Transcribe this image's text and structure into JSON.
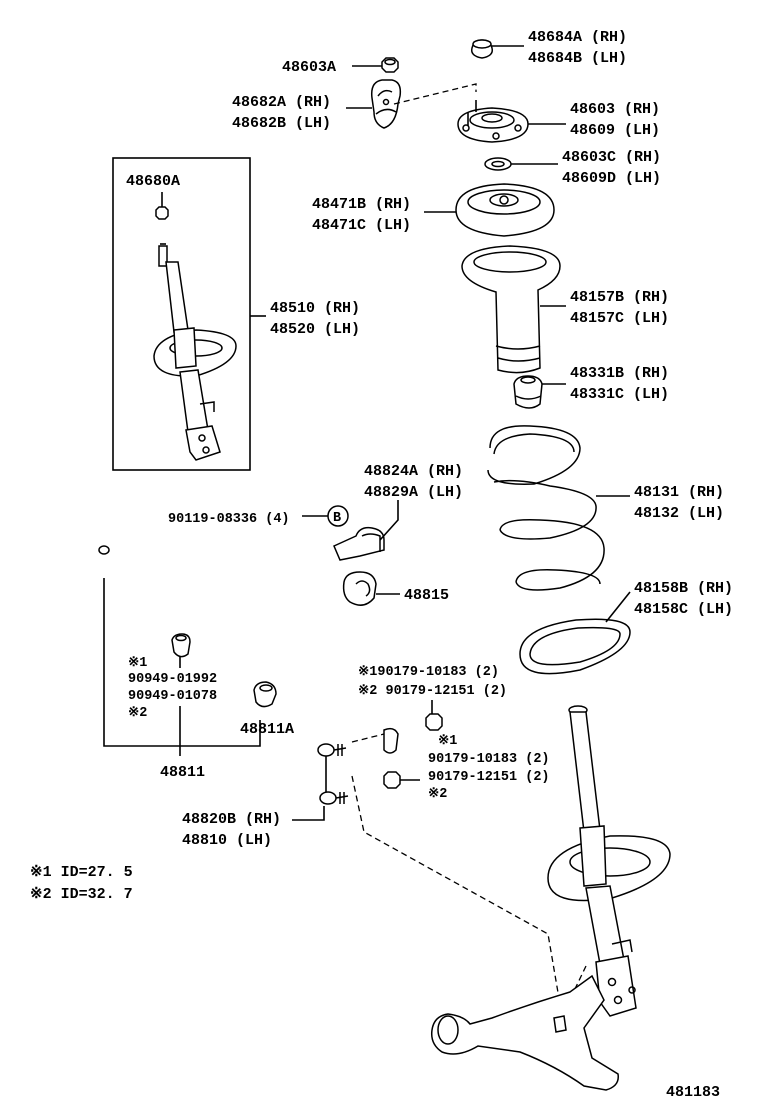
{
  "diagram_number": "481183",
  "labels": {
    "p48684": [
      "48684A (RH)",
      "48684B (LH)"
    ],
    "p48603A": "48603A",
    "p48682": [
      "48682A (RH)",
      "48682B (LH)"
    ],
    "p48603": [
      "48603 (RH)",
      "48609 (LH)"
    ],
    "p48603C": [
      "48603C (RH)",
      "48609D (LH)"
    ],
    "p48680A": "48680A",
    "p48471": [
      "48471B (RH)",
      "48471C (LH)"
    ],
    "p48510": [
      "48510 (RH)",
      "48520 (LH)"
    ],
    "p48157": [
      "48157B (RH)",
      "48157C (LH)"
    ],
    "p48331": [
      "48331B (RH)",
      "48331C (LH)"
    ],
    "p48824": [
      "48824A (RH)",
      "48829A (LH)"
    ],
    "p90119": "90119-08336 (4)",
    "b_marker": "B",
    "p48131": [
      "48131 (RH)",
      "48132 (LH)"
    ],
    "p48815": "48815",
    "p48158": [
      "48158B (RH)",
      "48158C (LH)"
    ],
    "p90949": [
      "※1",
      "90949-01992",
      "90949-01078",
      "※2"
    ],
    "p90179_top": [
      "※190179-10183 (2)",
      "※2 90179-12151 (2)"
    ],
    "p48811A": "48811A",
    "p90179_bot": [
      "※1",
      "90179-10183 (2)",
      "90179-12151 (2)",
      "※2"
    ],
    "p48811": "48811",
    "p48820": [
      "48820B (RH)",
      "48810   (LH)"
    ],
    "notes": [
      "※1 ID=27. 5",
      "※2 ID=32. 7"
    ]
  }
}
